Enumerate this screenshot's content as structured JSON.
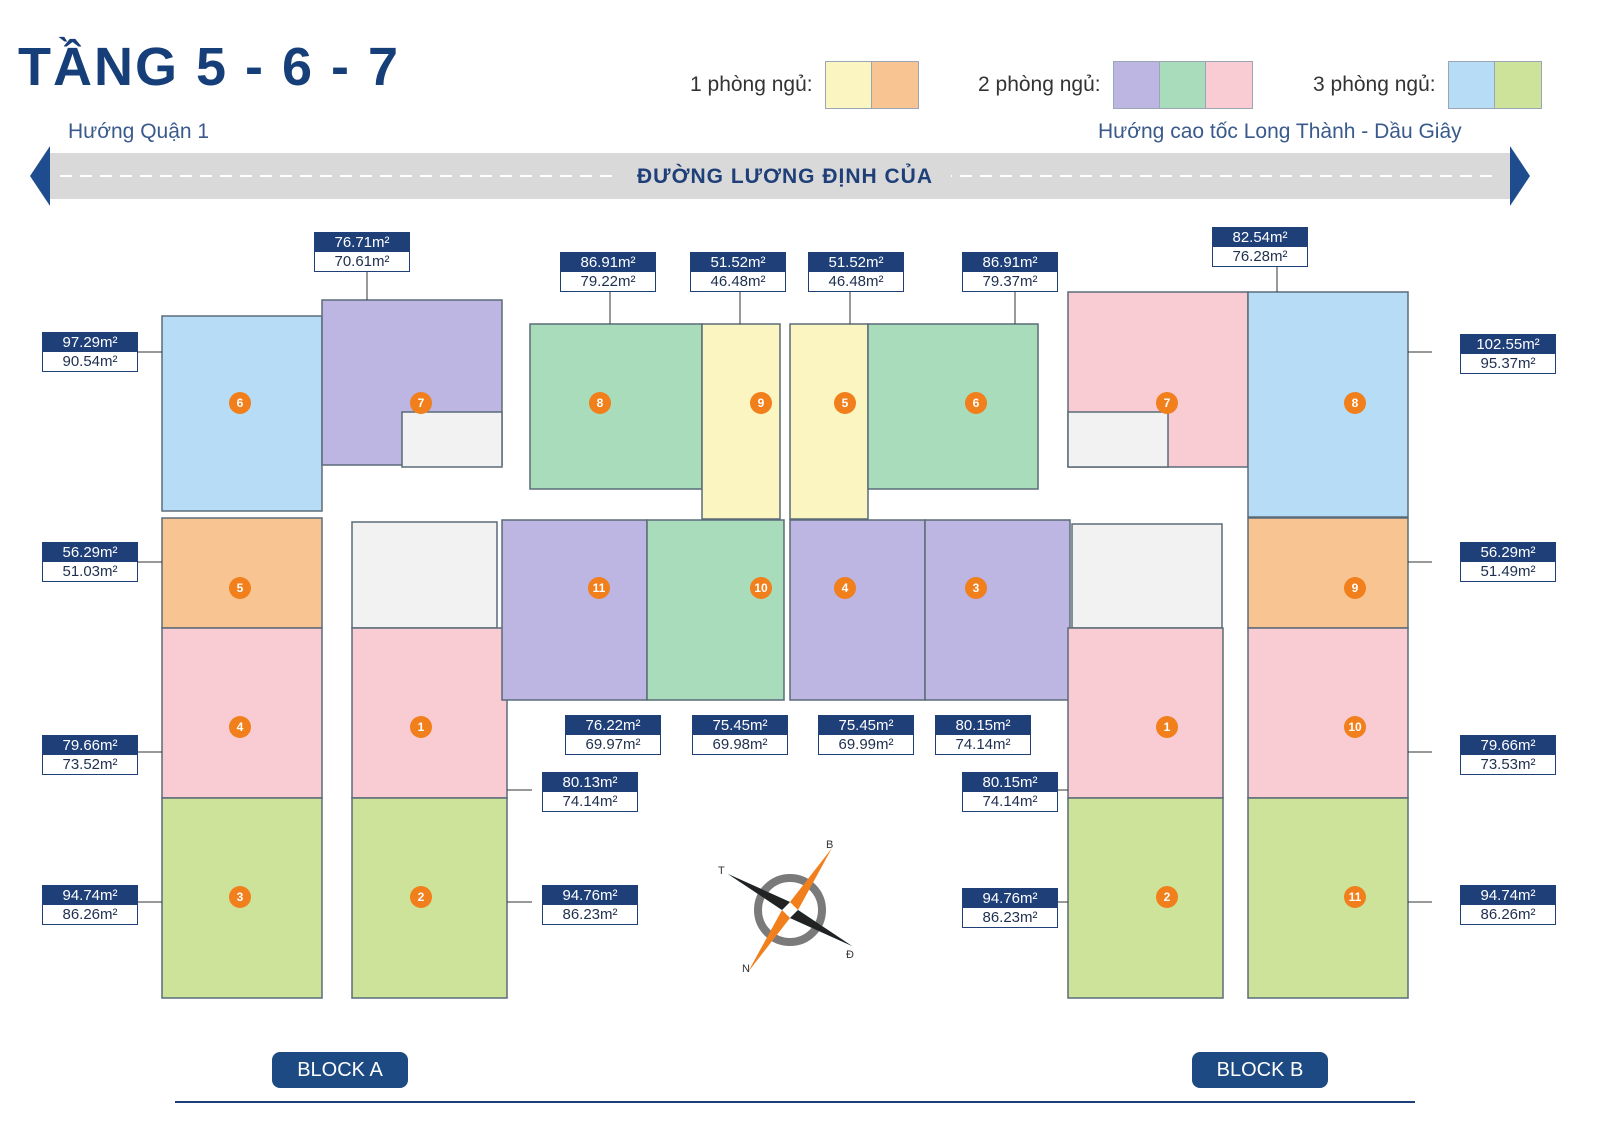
{
  "title": "TẦNG 5 - 6 - 7",
  "legend": [
    {
      "label": "1 phòng ngủ:",
      "swatches": [
        "#fbf5c2",
        "#f8c592"
      ]
    },
    {
      "label": "2 phòng ngủ:",
      "swatches": [
        "#bdb5e2",
        "#a8dcba",
        "#f8ccd2"
      ]
    },
    {
      "label": "3 phòng ngủ:",
      "swatches": [
        "#b7dcf6",
        "#cde39a"
      ]
    }
  ],
  "directions": {
    "left": "Hướng Quận 1",
    "right": "Hướng cao tốc Long Thành - Dầu Giây"
  },
  "road": "ĐƯỜNG LƯƠNG ĐỊNH CỦA",
  "colors": {
    "yellow": "#fbf5c2",
    "orange": "#f8c592",
    "purple": "#bdb5e2",
    "green": "#a8dcba",
    "pink": "#f8ccd2",
    "blue": "#b7dcf6",
    "lime": "#cde39a",
    "navy": "#1f3f78",
    "badge": "#f07f1c"
  },
  "blocks": [
    "BLOCK A",
    "BLOCK B"
  ],
  "compass": [
    "B",
    "Đ",
    "N",
    "T"
  ],
  "units": [
    {
      "num": "6",
      "total": "97.29m²",
      "net": "90.54m²"
    },
    {
      "num": "7",
      "total": "76.71m²",
      "net": "70.61m²"
    },
    {
      "num": "8",
      "total": "86.91m²",
      "net": "79.22m²"
    },
    {
      "num": "9",
      "total": "51.52m²",
      "net": "46.48m²"
    },
    {
      "num": "5",
      "total": "51.52m²",
      "net": "46.48m²"
    },
    {
      "num": "6",
      "total": "86.91m²",
      "net": "79.37m²"
    },
    {
      "num": "7",
      "total": "82.54m²",
      "net": "76.28m²"
    },
    {
      "num": "8",
      "total": "102.55m²",
      "net": "95.37m²"
    },
    {
      "num": "5",
      "total": "56.29m²",
      "net": "51.03m²"
    },
    {
      "num": "11",
      "total": "76.22m²",
      "net": "69.97m²"
    },
    {
      "num": "10",
      "total": "75.45m²",
      "net": "69.98m²"
    },
    {
      "num": "4",
      "total": "75.45m²",
      "net": "69.99m²"
    },
    {
      "num": "3",
      "total": "80.15m²",
      "net": "74.14m²"
    },
    {
      "num": "9",
      "total": "56.29m²",
      "net": "51.49m²"
    },
    {
      "num": "4",
      "total": "79.66m²",
      "net": "73.52m²"
    },
    {
      "num": "1",
      "total": "80.13m²",
      "net": "74.14m²"
    },
    {
      "num": "1",
      "total": "80.15m²",
      "net": "74.14m²"
    },
    {
      "num": "10",
      "total": "79.66m²",
      "net": "73.53m²"
    },
    {
      "num": "3",
      "total": "94.74m²",
      "net": "86.26m²"
    },
    {
      "num": "2",
      "total": "94.76m²",
      "net": "86.23m²"
    },
    {
      "num": "2",
      "total": "94.76m²",
      "net": "86.23m²"
    },
    {
      "num": "11",
      "total": "94.74m²",
      "net": "86.26m²"
    }
  ]
}
